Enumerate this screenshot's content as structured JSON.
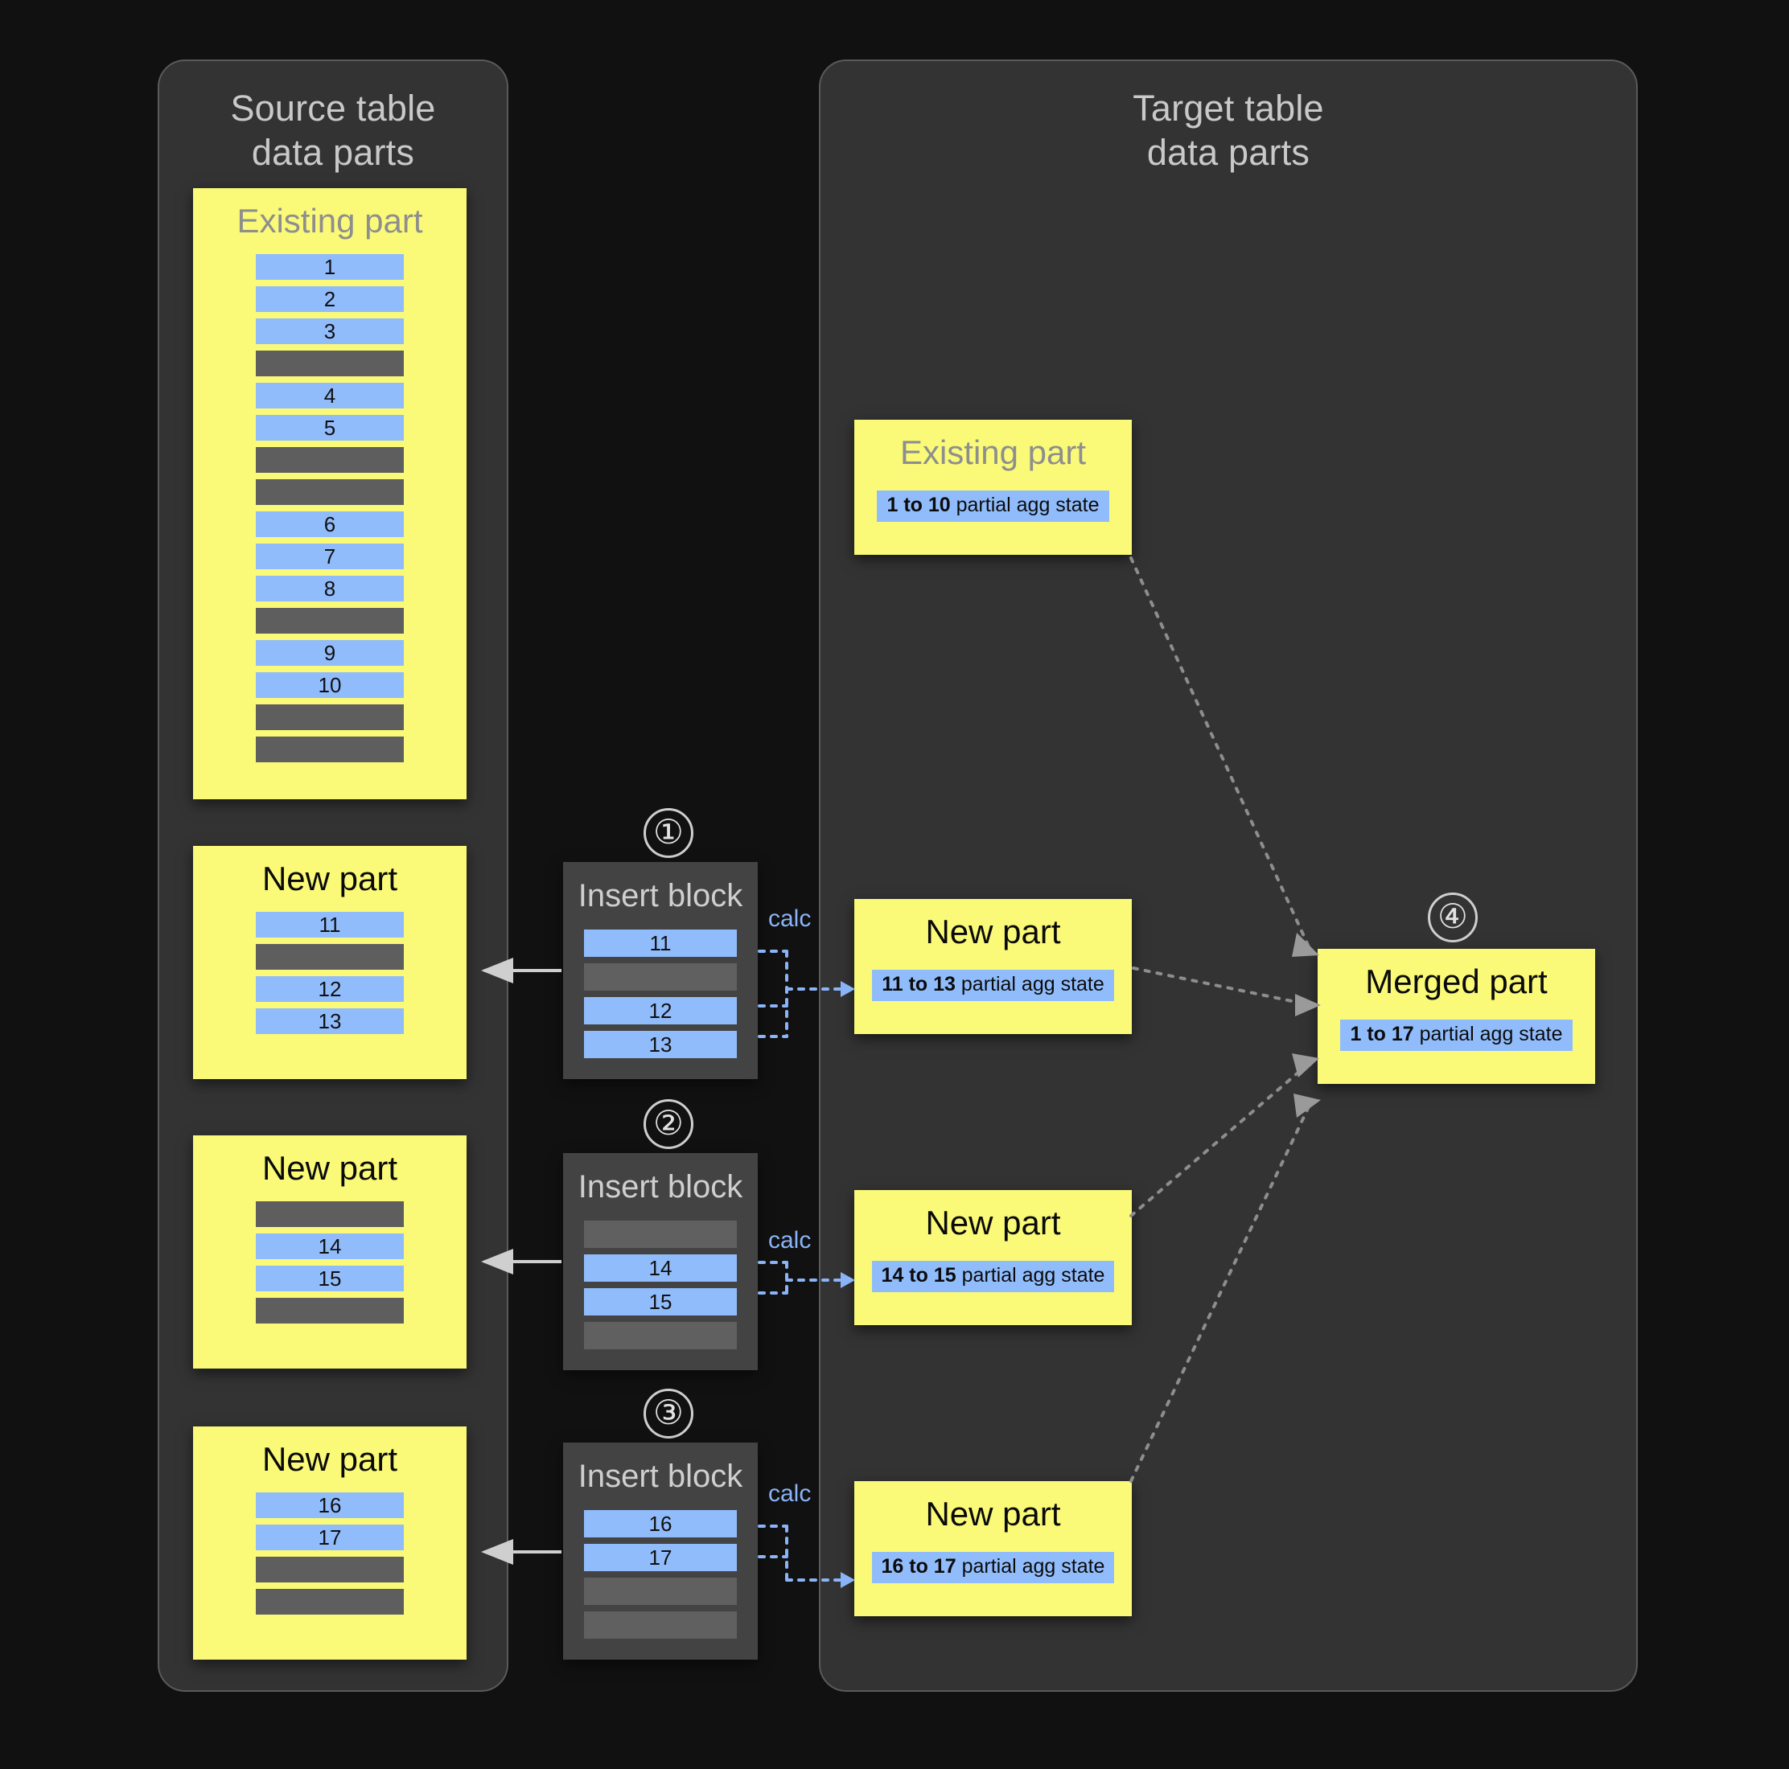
{
  "panels": {
    "source": {
      "title": "Source table\ndata parts"
    },
    "target": {
      "title": "Target table\ndata parts"
    }
  },
  "source_parts": [
    {
      "id": "src-existing",
      "title": "Existing part",
      "title_style": "dim",
      "rows": [
        {
          "type": "filled",
          "label": "1"
        },
        {
          "type": "filled",
          "label": "2"
        },
        {
          "type": "filled",
          "label": "3"
        },
        {
          "type": "empty",
          "label": ""
        },
        {
          "type": "filled",
          "label": "4"
        },
        {
          "type": "filled",
          "label": "5"
        },
        {
          "type": "empty",
          "label": ""
        },
        {
          "type": "empty",
          "label": ""
        },
        {
          "type": "filled",
          "label": "6"
        },
        {
          "type": "filled",
          "label": "7"
        },
        {
          "type": "filled",
          "label": "8"
        },
        {
          "type": "empty",
          "label": ""
        },
        {
          "type": "filled",
          "label": "9"
        },
        {
          "type": "filled",
          "label": "10"
        },
        {
          "type": "empty",
          "label": ""
        },
        {
          "type": "empty",
          "label": ""
        }
      ]
    },
    {
      "id": "src-new-1",
      "title": "New part",
      "title_style": "dark",
      "rows": [
        {
          "type": "filled",
          "label": "11"
        },
        {
          "type": "empty",
          "label": ""
        },
        {
          "type": "filled",
          "label": "12"
        },
        {
          "type": "filled",
          "label": "13"
        }
      ]
    },
    {
      "id": "src-new-2",
      "title": "New part",
      "title_style": "dark",
      "rows": [
        {
          "type": "empty",
          "label": ""
        },
        {
          "type": "filled",
          "label": "14"
        },
        {
          "type": "filled",
          "label": "15"
        },
        {
          "type": "empty",
          "label": ""
        }
      ]
    },
    {
      "id": "src-new-3",
      "title": "New part",
      "title_style": "dark",
      "rows": [
        {
          "type": "filled",
          "label": "16"
        },
        {
          "type": "filled",
          "label": "17"
        },
        {
          "type": "empty",
          "label": ""
        },
        {
          "type": "empty",
          "label": ""
        }
      ]
    }
  ],
  "insert_blocks": [
    {
      "id": "insert-1",
      "step": "①",
      "title": "Insert block",
      "calc_label": "calc",
      "rows": [
        {
          "type": "filled",
          "label": "11"
        },
        {
          "type": "empty",
          "label": ""
        },
        {
          "type": "filled",
          "label": "12"
        },
        {
          "type": "filled",
          "label": "13"
        }
      ]
    },
    {
      "id": "insert-2",
      "step": "②",
      "title": "Insert block",
      "calc_label": "calc",
      "rows": [
        {
          "type": "empty",
          "label": ""
        },
        {
          "type": "filled",
          "label": "14"
        },
        {
          "type": "filled",
          "label": "15"
        },
        {
          "type": "empty",
          "label": ""
        }
      ]
    },
    {
      "id": "insert-3",
      "step": "③",
      "title": "Insert block",
      "calc_label": "calc",
      "rows": [
        {
          "type": "filled",
          "label": "16"
        },
        {
          "type": "filled",
          "label": "17"
        },
        {
          "type": "empty",
          "label": ""
        },
        {
          "type": "empty",
          "label": ""
        }
      ]
    }
  ],
  "target_parts": [
    {
      "id": "tgt-existing",
      "title": "Existing part",
      "title_style": "dim",
      "agg_range": "1 to 10",
      "agg_suffix": " partial agg state"
    },
    {
      "id": "tgt-new-1",
      "title": "New part",
      "title_style": "dark",
      "agg_range": "11 to 13",
      "agg_suffix": " partial agg state"
    },
    {
      "id": "tgt-new-2",
      "title": "New part",
      "title_style": "dark",
      "agg_range": "14 to 15",
      "agg_suffix": " partial agg state"
    },
    {
      "id": "tgt-new-3",
      "title": "New part",
      "title_style": "dark",
      "agg_range": "16 to 17",
      "agg_suffix": " partial agg state"
    }
  ],
  "merged_part": {
    "step": "④",
    "title": "Merged part",
    "agg_range": "1 to 17",
    "agg_suffix": " partial agg state"
  },
  "colors": {
    "page_bg": "#111111",
    "panel_bg": "#333333",
    "panel_border": "#5a5a5a",
    "part_yellow": "#fafa78",
    "row_filled_blue": "#91bcfb",
    "row_empty_gray": "#5e5e5e",
    "insert_block_bg": "#434343",
    "calc_blue": "#8ab4f8",
    "arrow_gray": "#cfcfcf",
    "dotted_edge_gray": "#8d8d8d",
    "title_dim": "#8e8e8e"
  }
}
